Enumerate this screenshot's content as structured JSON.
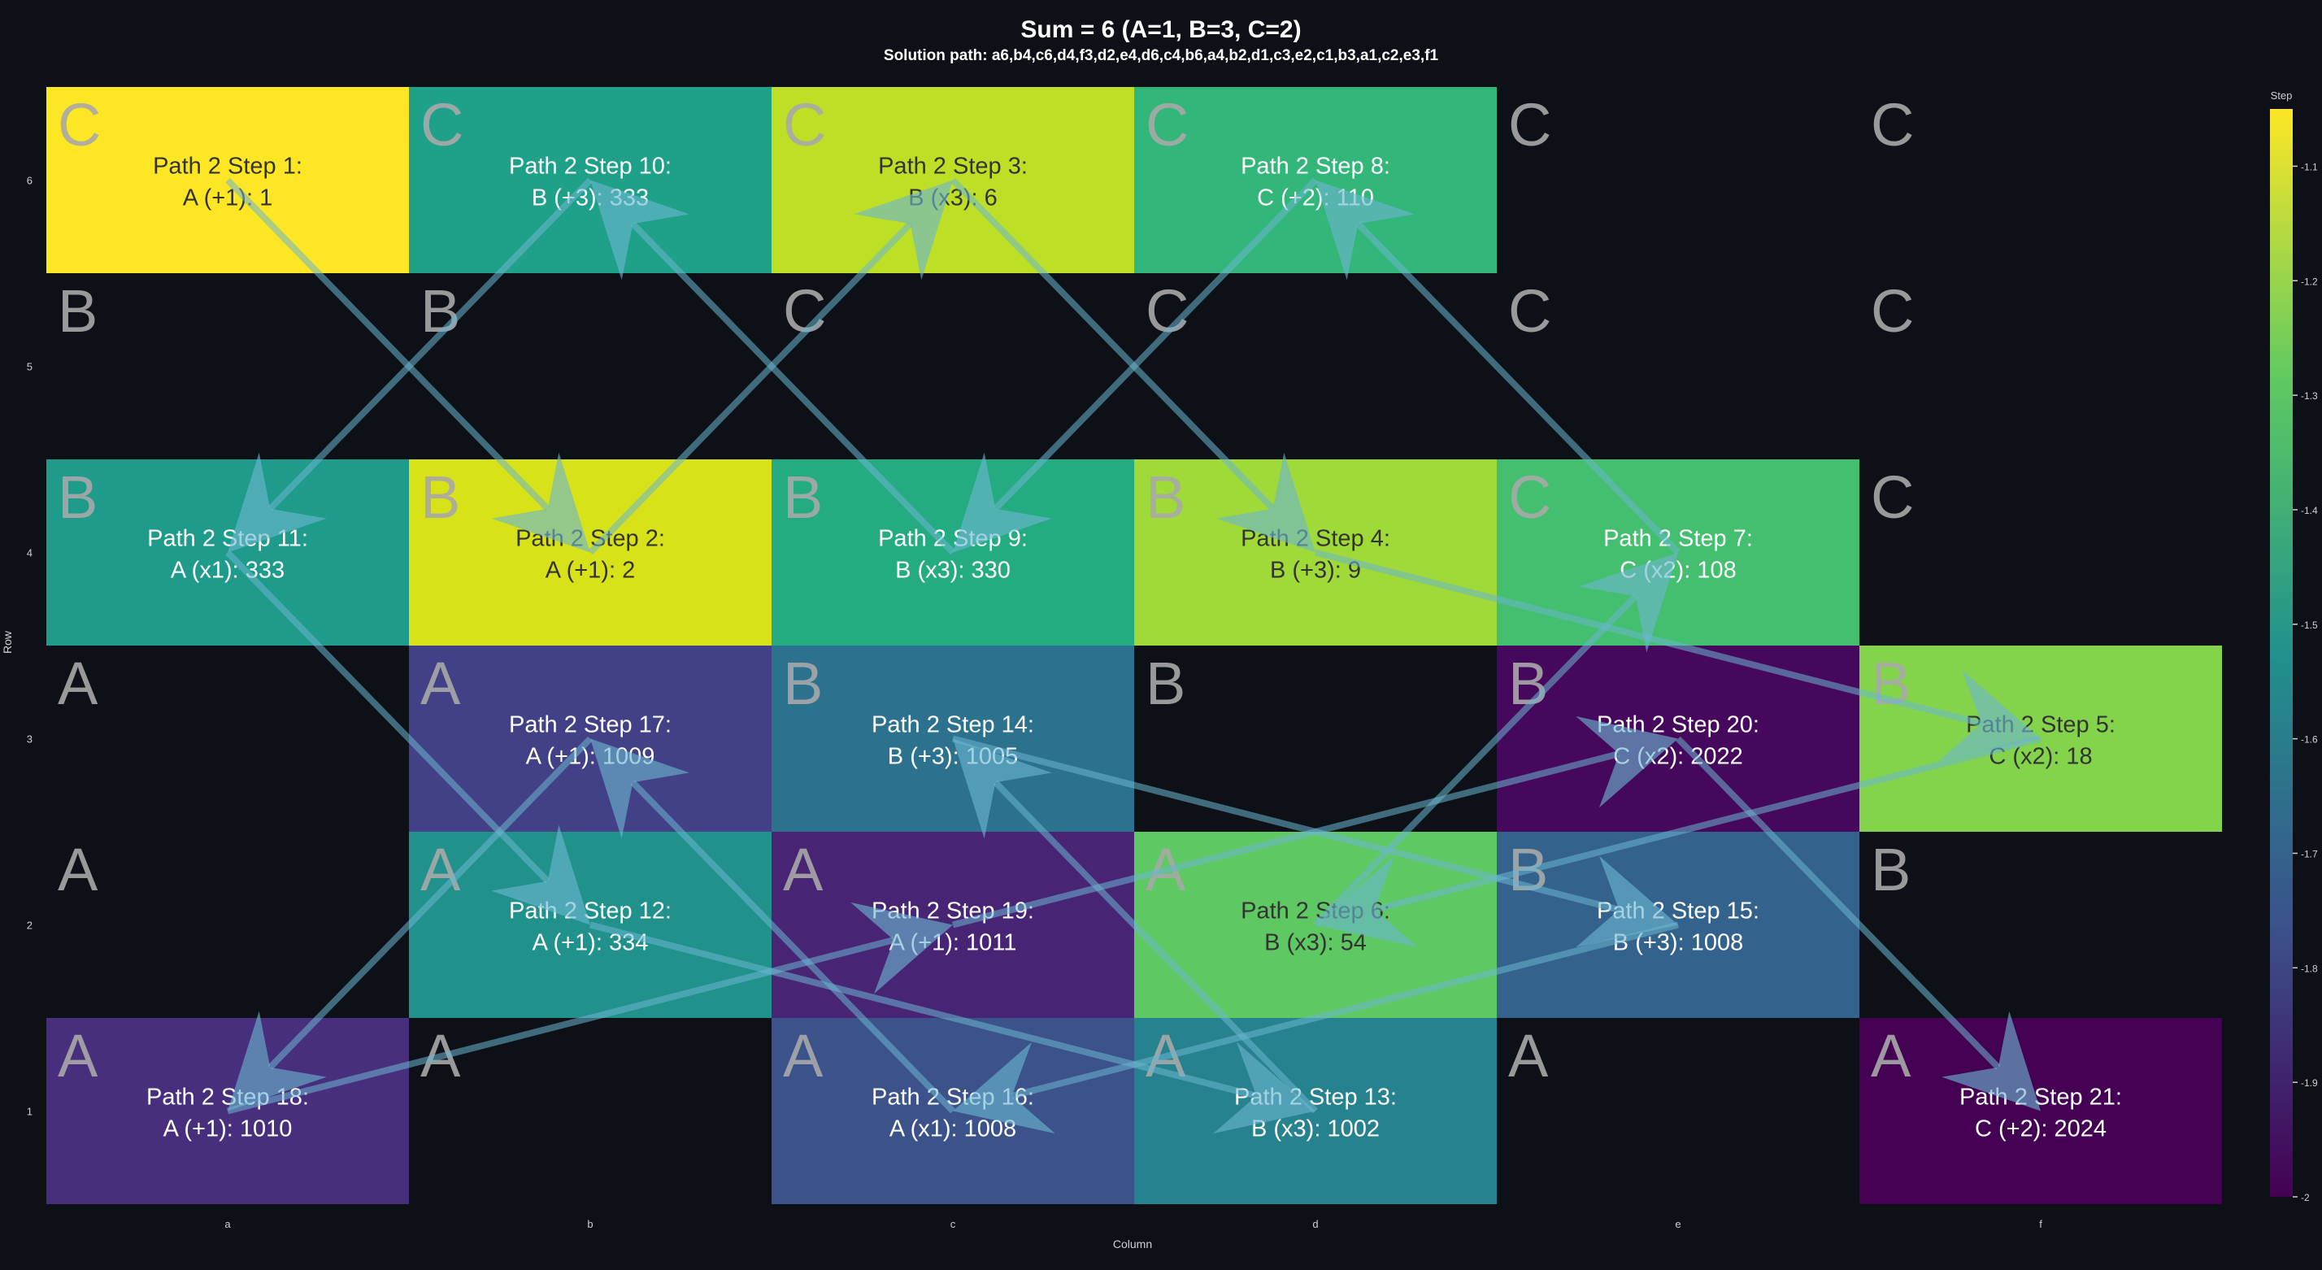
{
  "title": "Sum = 6 (A=1, B=3, C=2)",
  "subtitle": "Solution path: a6,b4,c6,d4,f3,d2,e4,d6,c4,b6,a4,b2,d1,c3,e2,c1,b3,a1,c2,e3,f1",
  "axes": {
    "xlabel": "Column",
    "ylabel": "Row",
    "columns": [
      "a",
      "b",
      "c",
      "d",
      "e",
      "f"
    ],
    "rows": [
      "1",
      "2",
      "3",
      "4",
      "5",
      "6"
    ]
  },
  "colorbar": {
    "label": "Step",
    "ticks": [
      "-1.1",
      "-1.2",
      "-1.3",
      "-1.4",
      "-1.5",
      "-1.6",
      "-1.7",
      "-1.8",
      "-1.9",
      "-2"
    ],
    "min": -2,
    "max": -1.05
  },
  "grid_letters": [
    [
      "A",
      "A",
      "A",
      "A",
      "A",
      "A"
    ],
    [
      "A",
      "A",
      "A",
      "A",
      "B",
      "B"
    ],
    [
      "A",
      "A",
      "B",
      "B",
      "B",
      "B"
    ],
    [
      "B",
      "B",
      "B",
      "B",
      "C",
      "C"
    ],
    [
      "B",
      "B",
      "C",
      "C",
      "C",
      "C"
    ],
    [
      "C",
      "C",
      "C",
      "C",
      "C",
      "C"
    ]
  ],
  "steps": [
    {
      "cell": "a6",
      "line1": "Path 2 Step 1:",
      "line2": "A (+1): 1",
      "color": "#fde725"
    },
    {
      "cell": "b4",
      "line1": "Path 2 Step 2:",
      "line2": "A (+1): 2",
      "color": "#d8e219"
    },
    {
      "cell": "c6",
      "line1": "Path 2 Step 3:",
      "line2": "B (x3): 6",
      "color": "#bddf26"
    },
    {
      "cell": "d4",
      "line1": "Path 2 Step 4:",
      "line2": "B (+3): 9",
      "color": "#a0da39"
    },
    {
      "cell": "f3",
      "line1": "Path 2 Step 5:",
      "line2": "C (x2): 18",
      "color": "#84d44b"
    },
    {
      "cell": "d2",
      "line1": "Path 2 Step 6:",
      "line2": "B (x3): 54",
      "color": "#5ec962"
    },
    {
      "cell": "e4",
      "line1": "Path 2 Step 7:",
      "line2": "C (x2): 108",
      "color": "#44bf70"
    },
    {
      "cell": "d6",
      "line1": "Path 2 Step 8:",
      "line2": "C (+2): 110",
      "color": "#32b67a"
    },
    {
      "cell": "c4",
      "line1": "Path 2 Step 9:",
      "line2": "B (x3): 330",
      "color": "#25ab82"
    },
    {
      "cell": "b6",
      "line1": "Path 2 Step 10:",
      "line2": "B (+3): 333",
      "color": "#1fa088"
    },
    {
      "cell": "a4",
      "line1": "Path 2 Step 11:",
      "line2": "A (x1): 333",
      "color": "#1e9b8a"
    },
    {
      "cell": "b2",
      "line1": "Path 2 Step 12:",
      "line2": "A (+1): 334",
      "color": "#21918c"
    },
    {
      "cell": "d1",
      "line1": "Path 2 Step 13:",
      "line2": "B (x3): 1002",
      "color": "#26828e"
    },
    {
      "cell": "c3",
      "line1": "Path 2 Step 14:",
      "line2": "B (+3): 1005",
      "color": "#2c728e"
    },
    {
      "cell": "e2",
      "line1": "Path 2 Step 15:",
      "line2": "B (+3): 1008",
      "color": "#33638d"
    },
    {
      "cell": "c1",
      "line1": "Path 2 Step 16:",
      "line2": "A (x1): 1008",
      "color": "#3b528b"
    },
    {
      "cell": "b3",
      "line1": "Path 2 Step 17:",
      "line2": "A (+1): 1009",
      "color": "#424086"
    },
    {
      "cell": "a1",
      "line1": "Path 2 Step 18:",
      "line2": "A (+1): 1010",
      "color": "#472f7d"
    },
    {
      "cell": "c2",
      "line1": "Path 2 Step 19:",
      "line2": "A (+1): 1011",
      "color": "#482475"
    },
    {
      "cell": "e3",
      "line1": "Path 2 Step 20:",
      "line2": "C (x2): 2022",
      "color": "#46085c"
    },
    {
      "cell": "f1",
      "line1": "Path 2 Step 21:",
      "line2": "C (+2): 2024",
      "color": "#440154"
    }
  ]
}
